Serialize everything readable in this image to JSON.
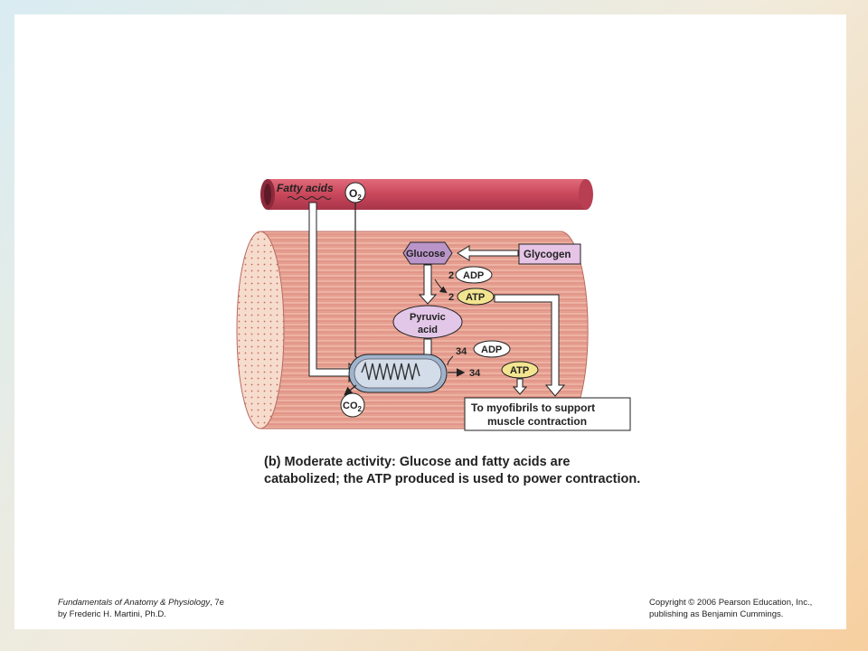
{
  "diagram": {
    "labels": {
      "fatty_acids": "Fatty acids",
      "o2_base": "O",
      "o2_sub": "2",
      "glucose": "Glucose",
      "glycogen": "Glycogen",
      "adp": "ADP",
      "atp": "ATP",
      "pyruvic_line1": "Pyruvic",
      "pyruvic_line2": "acid",
      "count_2a": "2",
      "count_2b": "2",
      "count_34a": "34",
      "count_34b": "34",
      "adp2": "ADP",
      "atp2": "ATP",
      "co2_base": "CO",
      "co2_sub": "2",
      "myofibrils_line1": "To myofibrils to support",
      "myofibrils_line2": "muscle contraction"
    },
    "colors": {
      "vessel": "#c9475a",
      "muscle": "#e9a898",
      "muscle_stripe": "#d77f74",
      "glycogen_fill": "#e6c4e6",
      "atp_fill": "#f3e590",
      "mito_fill": "#b9c8d9",
      "pyruvic_fill": "#e3c7e8"
    }
  },
  "caption": {
    "prefix": "(b)",
    "heading": "Moderate activity:",
    "text": "Glucose and fatty acids are catabolized; the ATP produced is used to power contraction."
  },
  "footer": {
    "book_title": "Fundamentals of Anatomy & Physiology",
    "edition": ", 7e",
    "author": "by Frederic H. Martini, Ph.D.",
    "copyright": "Copyright © 2006 Pearson Education, Inc.,",
    "publisher": "publishing as Benjamin Cummings."
  }
}
